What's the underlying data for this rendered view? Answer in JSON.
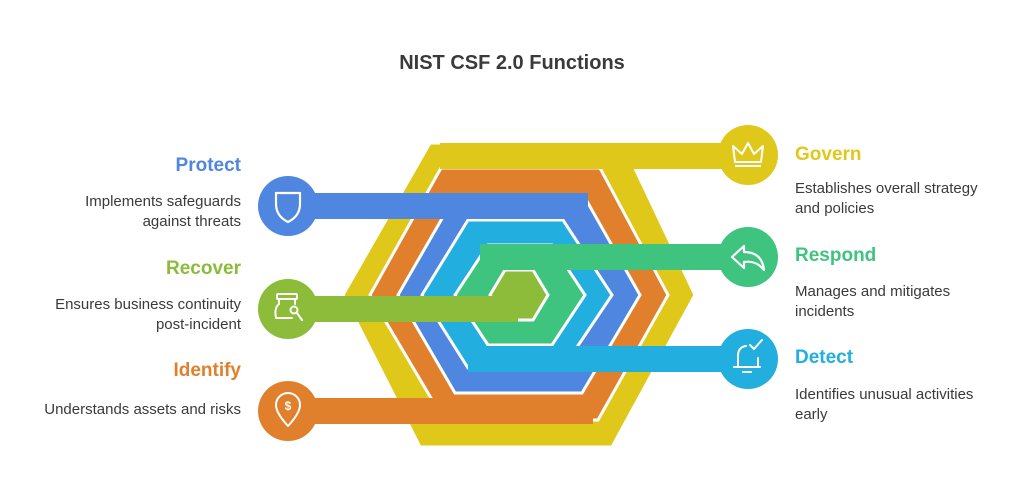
{
  "title": "NIST CSF 2.0 Functions",
  "colors": {
    "govern": "#e0c81a",
    "identify": "#e0802c",
    "protect": "#4f86e0",
    "detect": "#23aee0",
    "respond": "#3ec47e",
    "recover": "#8cbc3a"
  },
  "functions": [
    {
      "key": "protect",
      "icon": "shield-icon",
      "title": "Protect",
      "desc1": "Implements safeguards",
      "desc2": "against threats"
    },
    {
      "key": "recover",
      "icon": "recovery-jar-icon",
      "title": "Recover",
      "desc1": "Ensures business continuity",
      "desc2": "post-incident"
    },
    {
      "key": "identify",
      "icon": "map-pin-dollar-icon",
      "title": "Identify",
      "desc1": "Understands assets and risks",
      "desc2": ""
    },
    {
      "key": "govern",
      "icon": "crown-icon",
      "title": "Govern",
      "desc1": "Establishes overall strategy",
      "desc2": "and policies"
    },
    {
      "key": "respond",
      "icon": "reply-arrow-icon",
      "title": "Respond",
      "desc1": "Manages and mitigates",
      "desc2": "incidents"
    },
    {
      "key": "detect",
      "icon": "alarm-bell-icon",
      "title": "Detect",
      "desc1": "Identifies unusual activities",
      "desc2": "early"
    }
  ]
}
